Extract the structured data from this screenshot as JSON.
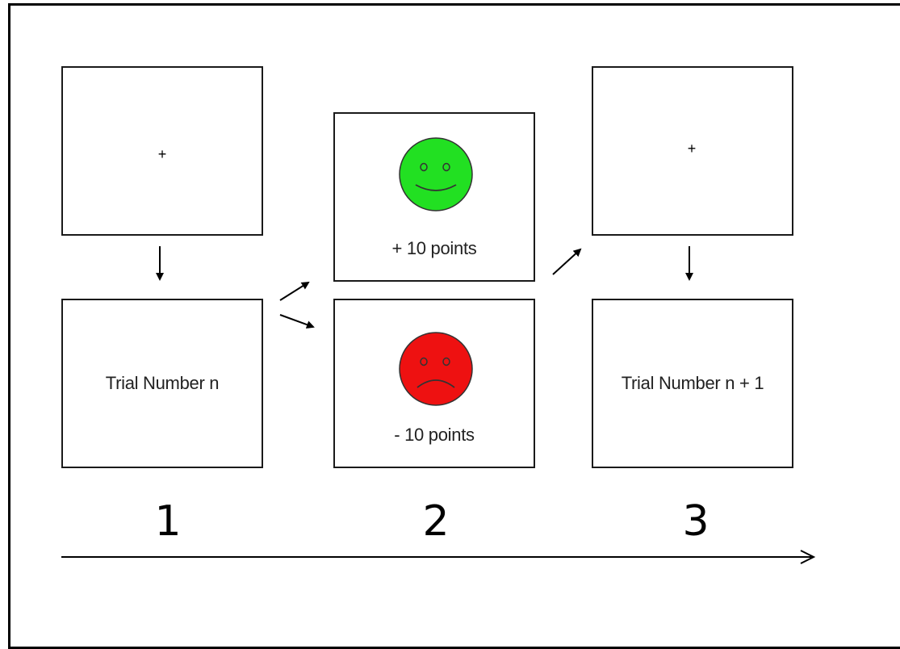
{
  "stages": {
    "stage1": {
      "fixation": "+",
      "trial_label": "Trial Number n",
      "number": "1"
    },
    "stage2": {
      "positive_label": "+ 10 points",
      "negative_label": "- 10 points",
      "number": "2"
    },
    "stage3": {
      "fixation": "+",
      "trial_label": "Trial Number n + 1",
      "number": "3"
    }
  },
  "colors": {
    "positive_face": "#22e022",
    "negative_face": "#ee1111"
  },
  "icons": [
    "smiley-face-icon",
    "frowny-face-icon",
    "down-arrow-icon",
    "diagonal-arrow-icon",
    "timeline-arrow-icon"
  ]
}
